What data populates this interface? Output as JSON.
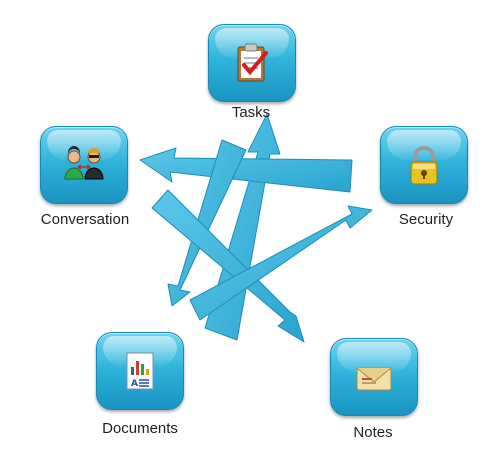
{
  "nodes": {
    "tasks": {
      "label": "Tasks",
      "icon": "clipboard-check-icon"
    },
    "security": {
      "label": "Security",
      "icon": "padlock-icon"
    },
    "notes": {
      "label": "Notes",
      "icon": "envelope-icon"
    },
    "documents": {
      "label": "Documents",
      "icon": "document-chart-icon"
    },
    "conversation": {
      "label": "Conversation",
      "icon": "two-people-icon"
    }
  },
  "colors": {
    "tile": "#2fb4dc",
    "arrow": "#3bb1d6",
    "arrow_stroke": "#1f8db6"
  }
}
